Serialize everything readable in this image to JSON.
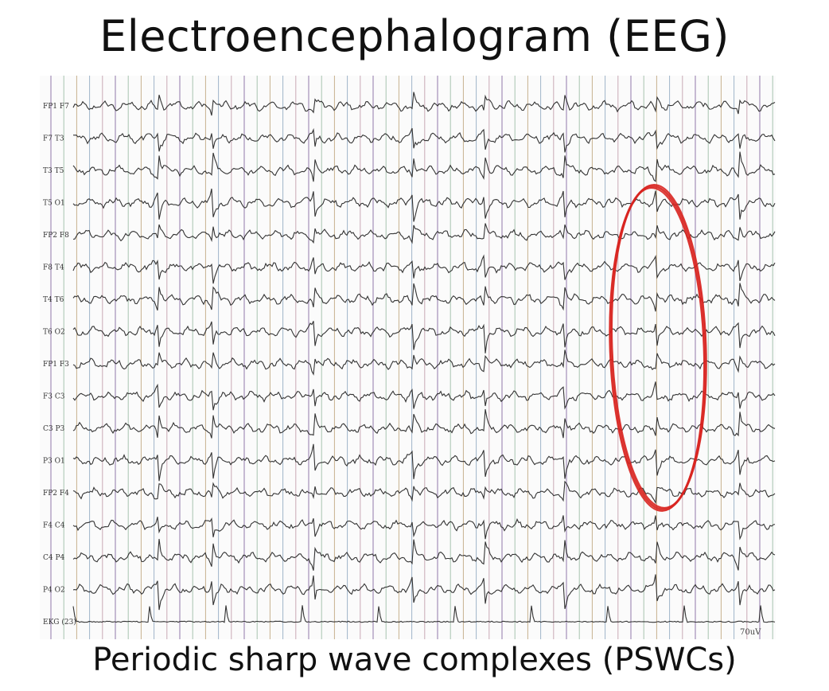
{
  "slide": {
    "title": "Electroencephalogram (EEG)",
    "caption": "Periodic sharp wave complexes (PSWCs)"
  },
  "eeg": {
    "channels": [
      "FP1 F7",
      "F7 T3",
      "T3 T5",
      "T5 O1",
      "FP2 F8",
      "F8 T4",
      "T4 T6",
      "T6 O2",
      "FP1 F3",
      "F3 C3",
      "C3 P3",
      "P3 O1",
      "FP2 F4",
      "F4 C4",
      "C4 P4",
      "P4 O2",
      "EKG (23)"
    ],
    "calibration_label": "70uV",
    "highlight_color": "#d8231f",
    "trace_color": "#333333"
  }
}
